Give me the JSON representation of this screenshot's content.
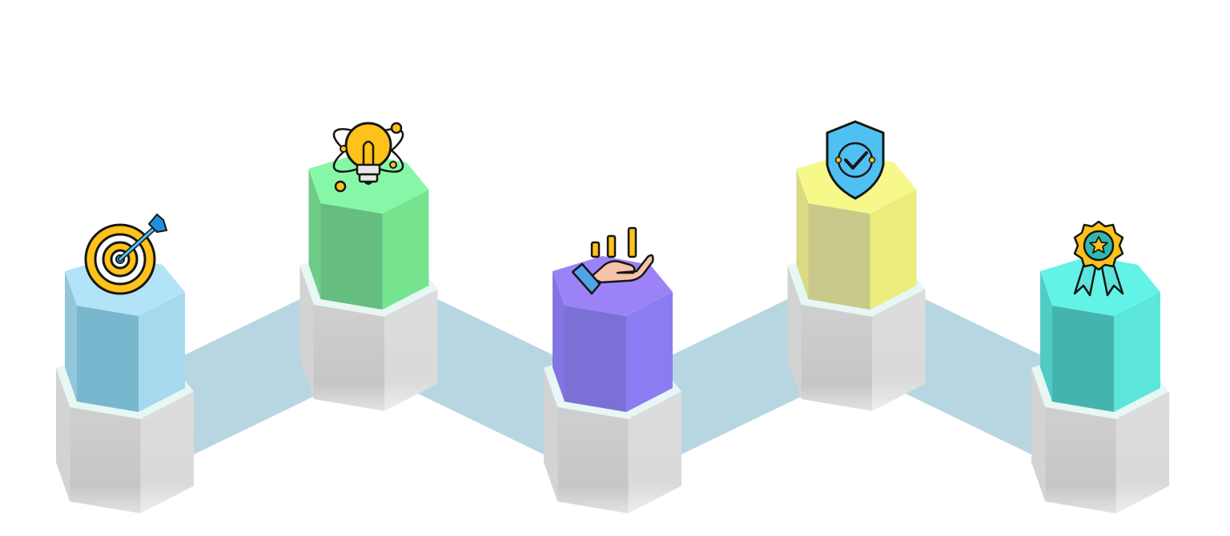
{
  "diagram": {
    "type": "isometric-hexagon-pillar-steps",
    "connector_color": "#b8d6e2",
    "base_colors": {
      "front": "#c9c9c9",
      "side": "#dedede",
      "left": "#d3d3d3",
      "rim": "#e6f7f4"
    },
    "steps": [
      {
        "icon": "target-icon",
        "level": "low",
        "colors": {
          "top": "#b3e3f9",
          "front": "#79b7cf",
          "side": "#a6d8ee",
          "left": "#92c6da"
        }
      },
      {
        "icon": "lightbulb-icon",
        "level": "high",
        "colors": {
          "top": "#86f7a6",
          "front": "#66bd80",
          "side": "#76e48f",
          "left": "#6fcb88"
        }
      },
      {
        "icon": "hand-growth-chart-icon",
        "level": "low",
        "colors": {
          "top": "#9b83f7",
          "front": "#7b70d6",
          "side": "#8a7cf2",
          "left": "#8274e2"
        }
      },
      {
        "icon": "shield-check-icon",
        "level": "high",
        "colors": {
          "top": "#f6f88a",
          "front": "#c9c98c",
          "side": "#ecec7c",
          "left": "#dada84"
        }
      },
      {
        "icon": "award-badge-icon",
        "level": "low",
        "colors": {
          "top": "#63f2e6",
          "front": "#43b5ae",
          "side": "#5ce5db",
          "left": "#50ccc4"
        }
      }
    ]
  }
}
